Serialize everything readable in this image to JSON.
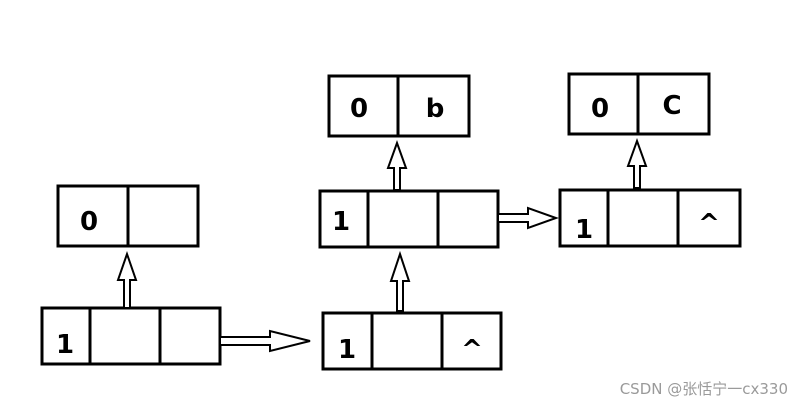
{
  "nodes": {
    "atom_0_top_left": {
      "tag": "0",
      "value": ""
    },
    "list_1_bottom_left": {
      "tag": "1",
      "hp": "",
      "tp": ""
    },
    "list_1_bottom_mid": {
      "tag": "1",
      "hp": "",
      "tp": "^"
    },
    "list_1_mid": {
      "tag": "1",
      "hp": "",
      "tp": ""
    },
    "atom_0_b": {
      "tag": "0",
      "value": "b"
    },
    "list_1_right": {
      "tag": "1",
      "hp": "",
      "tp": "^"
    },
    "atom_0_c": {
      "tag": "0",
      "value": "C"
    }
  },
  "watermark": "CSDN @张恬宁一cx330",
  "colors": {
    "stroke": "#000000",
    "background": "#ffffff",
    "watermark": "#9a9a9a"
  }
}
